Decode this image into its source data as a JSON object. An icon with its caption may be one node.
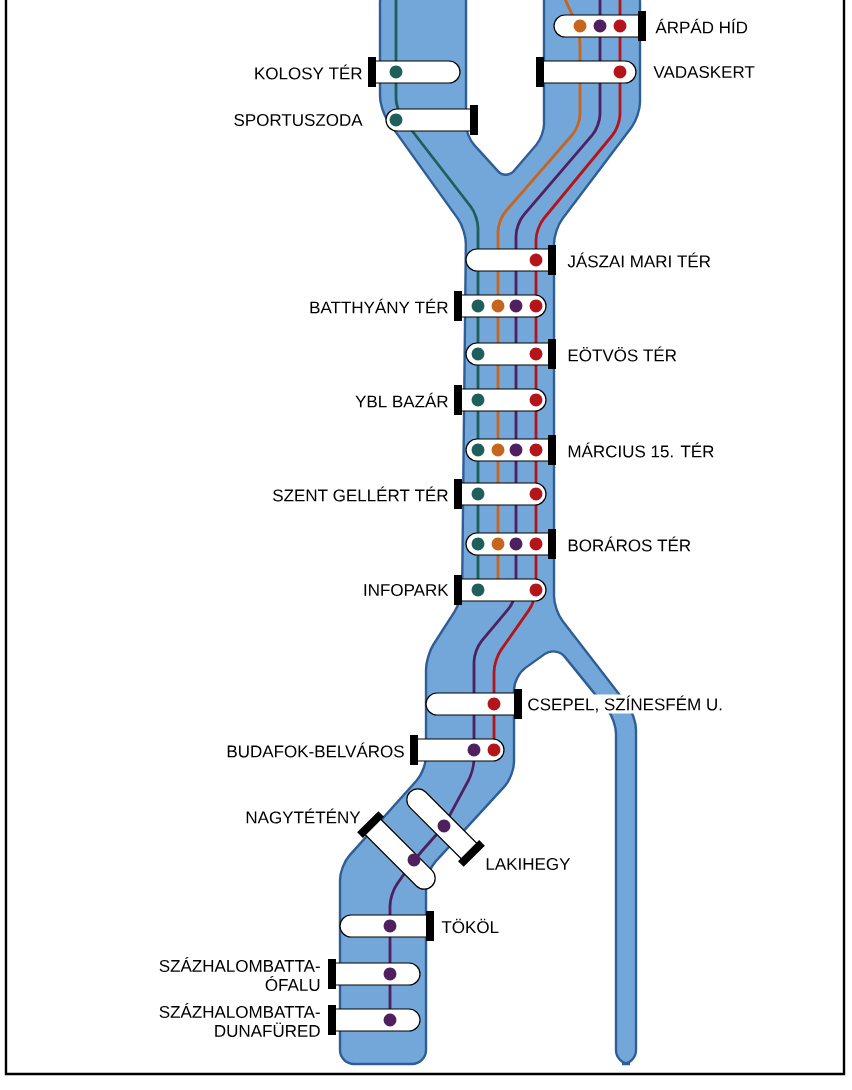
{
  "diagram": {
    "nodes": [
      {
        "text": [
          "ÁRPÁD HÍD"
        ]
      },
      {
        "text": [
          "KOLOSY TÉR"
        ]
      },
      {
        "text": [
          "VADASKERT"
        ]
      },
      {
        "text": [
          "SPORTUSZODA"
        ]
      },
      {
        "text": [
          "JÁSZAI MARI TÉR"
        ]
      },
      {
        "text": [
          "BATTHYÁNY TÉR"
        ]
      },
      {
        "text": [
          "EÖTVÖS TÉR"
        ]
      },
      {
        "text": [
          "YBL BAZÁR"
        ]
      },
      {
        "text": [
          "MÁRCIUS 15. TÉR"
        ]
      },
      {
        "text": [
          "SZENT GELLÉRT TÉR"
        ]
      },
      {
        "text": [
          "BORÁROS TÉR"
        ]
      },
      {
        "text": [
          "INFOPARK"
        ]
      },
      {
        "text": [
          "CSEPEL, SZÍNESFÉM U."
        ]
      },
      {
        "text": [
          "BUDAFOK-BELVÁROS"
        ]
      },
      {
        "text": [
          "NAGYTÉTÉNY"
        ]
      },
      {
        "text": [
          "LAKIHEGY"
        ]
      },
      {
        "text": [
          "TÖKÖL"
        ]
      },
      {
        "text": [
          "SZÁZHALOMBATTA-ÓFALU"
        ]
      },
      {
        "text": [
          "SZÁZHALOMBATTA-DUNAFÜRED"
        ]
      }
    ]
  }
}
